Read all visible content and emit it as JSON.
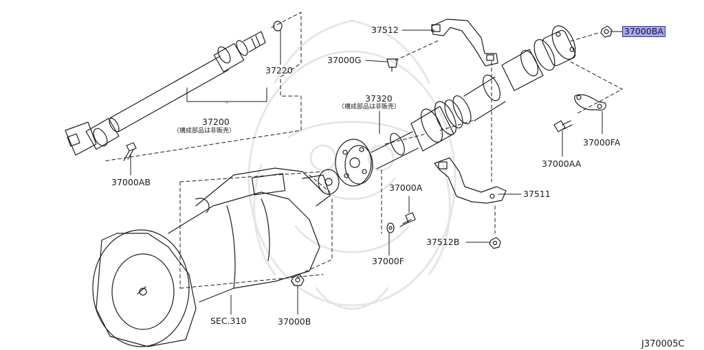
{
  "figure_id": "J370005C",
  "highlight_color": "#a6a6f2",
  "highlight_border": "#2f2fb0",
  "line_color": "#1a1a1a",
  "watermark_color": "#e6e6e6",
  "callouts": {
    "p37512": "37512",
    "p37000G": "37000G",
    "p37000BA": "37000BA",
    "p37220": "37220",
    "p37200": "37200",
    "p37200_note": "（構成部品は非販売）",
    "p37320": "37320",
    "p37320_note": "（構成部品は非販売）",
    "p37000FA": "37000FA",
    "p37000AA": "37000AA",
    "p37000AB": "37000AB",
    "p37000A": "37000A",
    "p37511": "37511",
    "p37000F": "37000F",
    "p37512B": "37512B",
    "sec310": "SEC.310",
    "p37000B": "37000B"
  }
}
